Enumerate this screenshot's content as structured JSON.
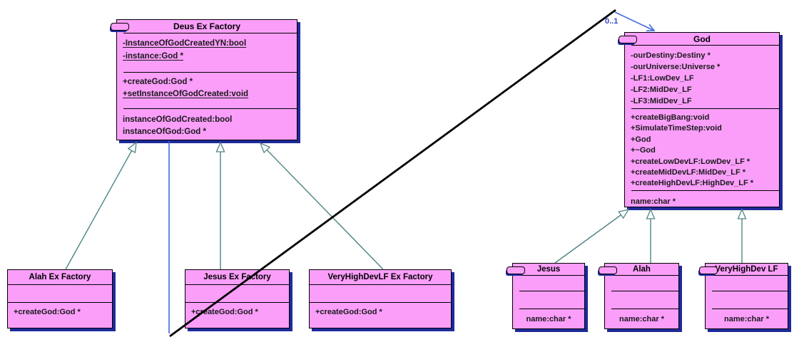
{
  "diagram": {
    "multiplicity_label": "0..1",
    "colors": {
      "class_fill": "#fa9efa",
      "class_border": "#000000",
      "drop_shadow": "#1e2a9a",
      "inheritance_line": "#4e8585",
      "association_line": "#4169e1",
      "diagonal_line": "#000000"
    }
  },
  "classes": {
    "deus_ex_factory": {
      "title": "Deus Ex Factory",
      "attributes": [
        "-InstanceOfGodCreatedYN:bool",
        "-instance:God *"
      ],
      "operations": [
        "+createGod:God *",
        "+setInstanceOfGodCreated:void"
      ],
      "properties": [
        "instanceOfGodCreated:bool",
        "instanceOfGod:God *"
      ]
    },
    "god": {
      "title": "God",
      "attributes": [
        "-ourDestiny:Destiny *",
        "-ourUniverse:Universe *",
        "-LF1:LowDev_LF",
        "-LF2:MidDev_LF",
        "-LF3:MidDev_LF"
      ],
      "operations": [
        "+createBigBang:void",
        "+SimulateTimeStep:void",
        "+God",
        "+~God",
        "+createLowDevLF:LowDev_LF *",
        "+createMidDevLF:MidDev_LF *",
        "+createHighDevLF:HighDev_LF *"
      ],
      "properties": [
        "name:char *"
      ]
    },
    "alah_ex_factory": {
      "title": "Alah Ex Factory",
      "operations": [
        "+createGod:God *"
      ]
    },
    "jesus_ex_factory": {
      "title": "Jesus Ex Factory",
      "operations": [
        "+createGod:God *"
      ]
    },
    "veryhighdevlf_ex_factory": {
      "title": "VeryHighDevLF Ex Factory",
      "operations": [
        "+createGod:God *"
      ]
    },
    "jesus": {
      "title": "Jesus",
      "properties": [
        "name:char *"
      ]
    },
    "alah": {
      "title": "Alah",
      "properties": [
        "name:char *"
      ]
    },
    "veryhighdev_lf": {
      "title": "VeryHighDev LF",
      "properties": [
        "name:char *"
      ]
    }
  }
}
